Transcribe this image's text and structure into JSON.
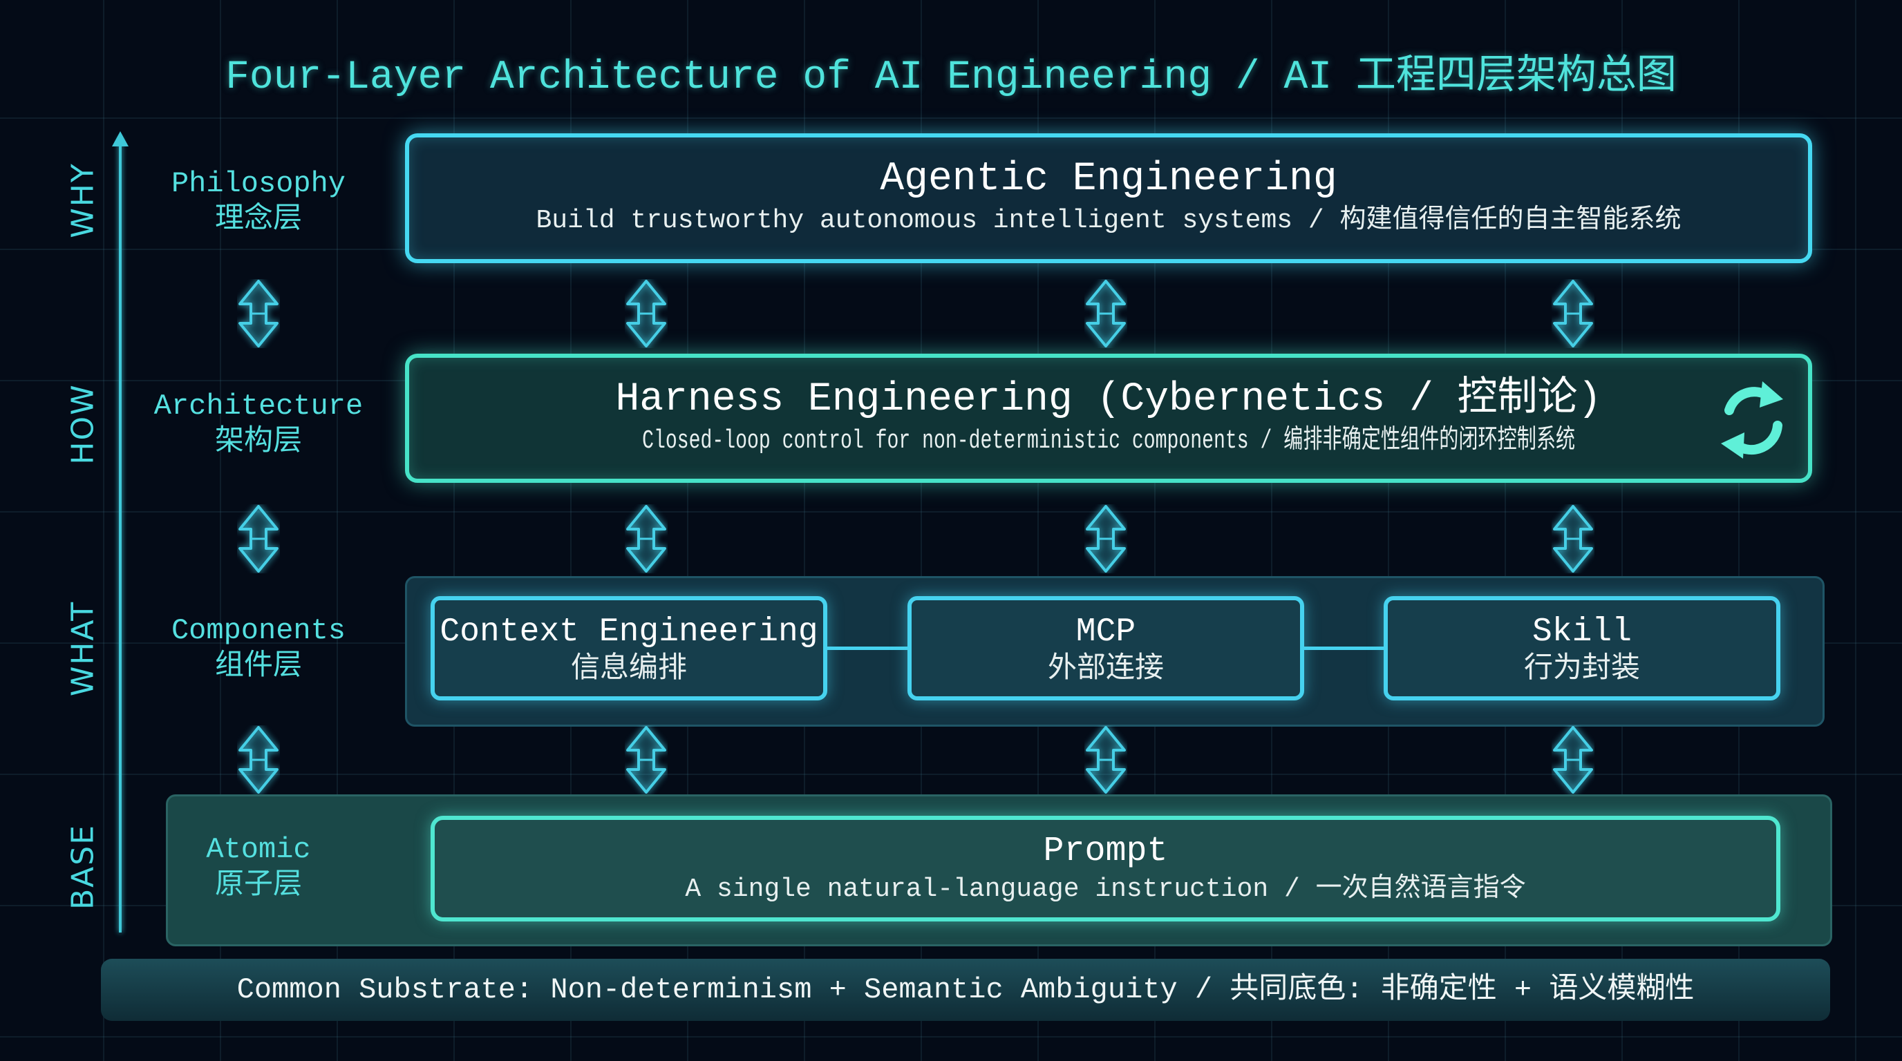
{
  "title": "Four-Layer Architecture of AI Engineering / AI 工程四层架构总图",
  "axis_labels": [
    "WHY",
    "HOW",
    "WHAT",
    "BASE"
  ],
  "layers": [
    {
      "en": "Philosophy",
      "zh": "理念层"
    },
    {
      "en": "Architecture",
      "zh": "架构层"
    },
    {
      "en": "Components",
      "zh": "组件层"
    },
    {
      "en": "Atomic",
      "zh": "原子层"
    }
  ],
  "agentic": {
    "title": "Agentic Engineering",
    "subtitle": "Build trustworthy autonomous intelligent systems / 构建值得信任的自主智能系统"
  },
  "harness": {
    "title": "Harness Engineering (Cybernetics / 控制论)",
    "subtitle": "Closed-loop control for non-deterministic components / 编排非确定性组件的闭环控制系统",
    "icon": "cycle-refresh-icon"
  },
  "components": [
    {
      "name": "Context Engineering",
      "zh": "信息编排"
    },
    {
      "name": "MCP",
      "zh": "外部连接"
    },
    {
      "name": "Skill",
      "zh": "行为封装"
    }
  ],
  "prompt": {
    "title": "Prompt",
    "subtitle": "A single natural-language instruction / 一次自然语言指令"
  },
  "substrate": "Common Substrate: Non-determinism + Semantic Ambiguity / 共同底色: 非确定性 + 语义模糊性",
  "colors": {
    "background": "#040b17",
    "accent_cyan": "#46d9f2",
    "accent_teal": "#47e3c8",
    "title": "#4fe3dc"
  }
}
